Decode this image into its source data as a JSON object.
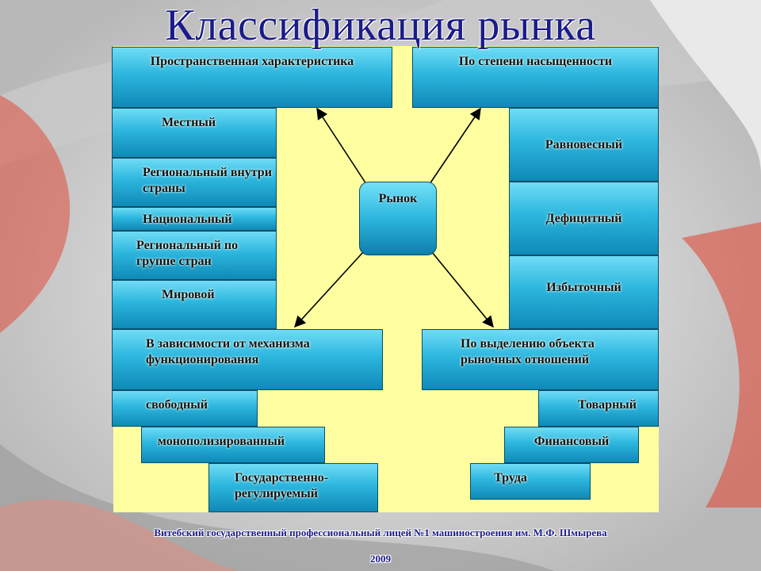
{
  "title": "Классификация рынка",
  "center": "Рынок",
  "categories": {
    "spatial": "Пространственная характеристика",
    "saturation": "По степени насыщенности",
    "mechanism": "В зависимости от механизма функционирования",
    "object": "По выделению объекта рыночных отношений"
  },
  "spatial_items": [
    "Местный",
    "Региональный внутри страны",
    "Национальный",
    "Региональный по группе стран",
    "Мировой"
  ],
  "saturation_items": [
    "Равновесный",
    "Дефицитный",
    "Избыточный"
  ],
  "mechanism_items": [
    "свободный",
    "монополизированный",
    "Государственно-регулируемый"
  ],
  "object_items": [
    "Товарный",
    "Финансовый",
    "Труда"
  ],
  "footer": {
    "line1": "Витебский государственный профессиональный лицей №1 машиностроения им. М.Ф. Шмырева",
    "line2": "2009"
  },
  "colors": {
    "panel": "#fefea0",
    "box_top": "#6fdcf6",
    "box_bottom": "#0f89b7",
    "title": "#1b1b8a"
  }
}
